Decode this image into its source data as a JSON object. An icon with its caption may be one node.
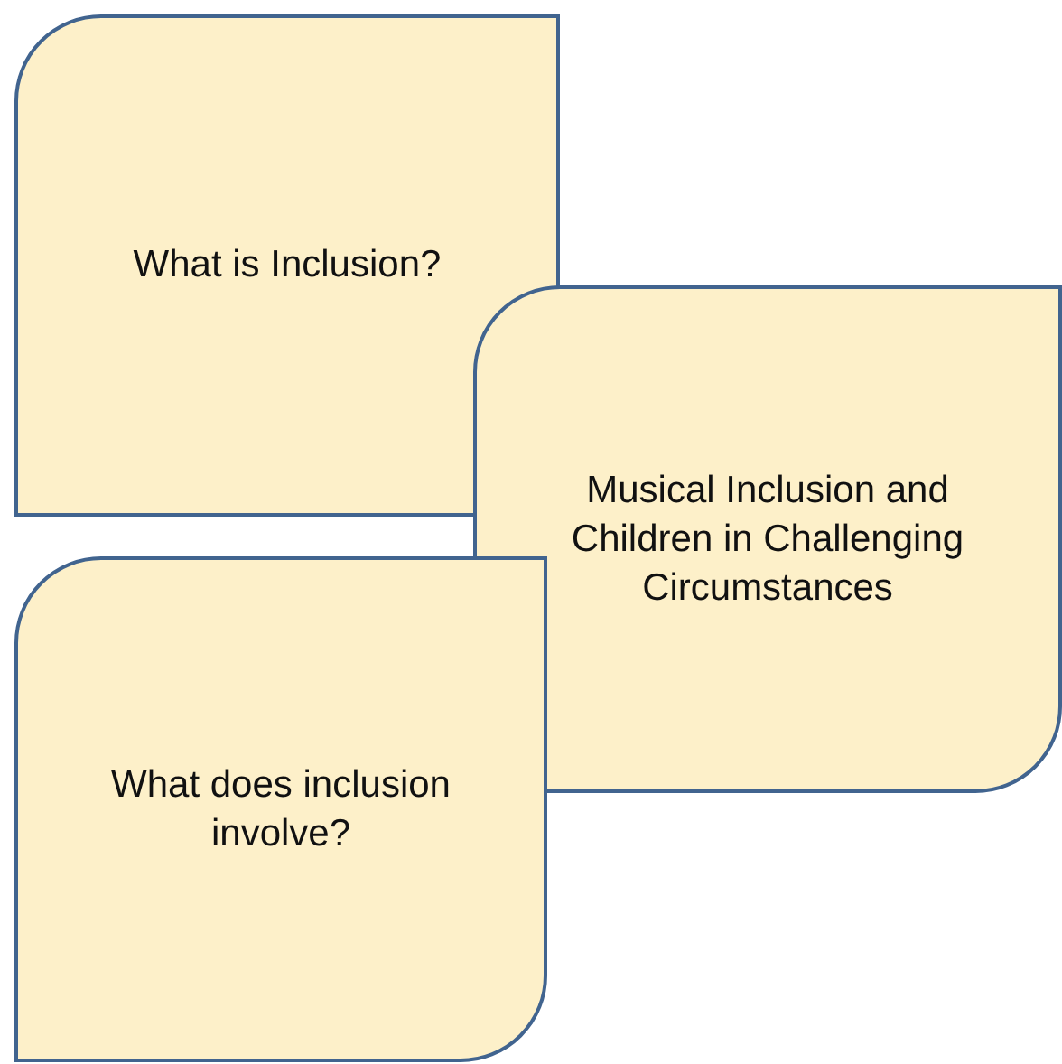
{
  "diagram": {
    "nodes": [
      {
        "text": [
          "What is Inclusion?"
        ]
      },
      {
        "text": [
          "Musical Inclusion and Children in Challenging Circumstances"
        ]
      },
      {
        "text": [
          "What does inclusion involve?"
        ]
      }
    ]
  }
}
